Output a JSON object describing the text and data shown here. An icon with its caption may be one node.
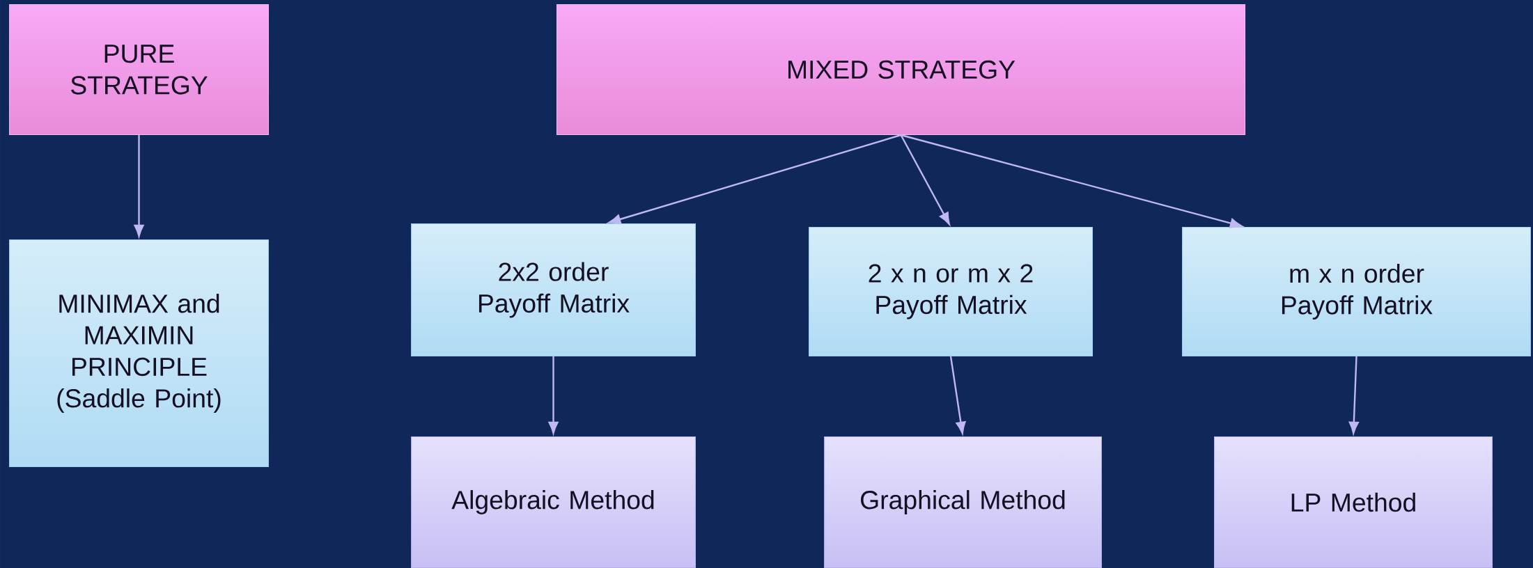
{
  "diagram": {
    "nodes": [
      {
        "text": [
          "PURE STRATEGY"
        ]
      },
      {
        "text": [
          "MIXED STRATEGY"
        ]
      },
      {
        "text": [
          "MINIMAX and MAXIMIN PRINCIPLE (Saddle Point)"
        ]
      },
      {
        "text": [
          "2x2 order Payoff Matrix"
        ]
      },
      {
        "text": [
          "2 x n or m x 2 Payoff Matrix"
        ]
      },
      {
        "text": [
          "m x n order Payoff Matrix"
        ]
      },
      {
        "text": [
          "Algebraic Method"
        ]
      },
      {
        "text": [
          "Graphical Method"
        ]
      },
      {
        "text": [
          "LP Method"
        ]
      }
    ],
    "edges": [
      {
        "from": 0,
        "to": 2,
        "arrow": "to"
      },
      {
        "from": 1,
        "to": 3,
        "arrow": "to"
      },
      {
        "from": 1,
        "to": 4,
        "arrow": "to"
      },
      {
        "from": 1,
        "to": 5,
        "arrow": "to"
      },
      {
        "from": 3,
        "to": 6,
        "arrow": "to"
      },
      {
        "from": 4,
        "to": 7,
        "arrow": "to"
      },
      {
        "from": 5,
        "to": 8,
        "arrow": "to"
      }
    ]
  }
}
